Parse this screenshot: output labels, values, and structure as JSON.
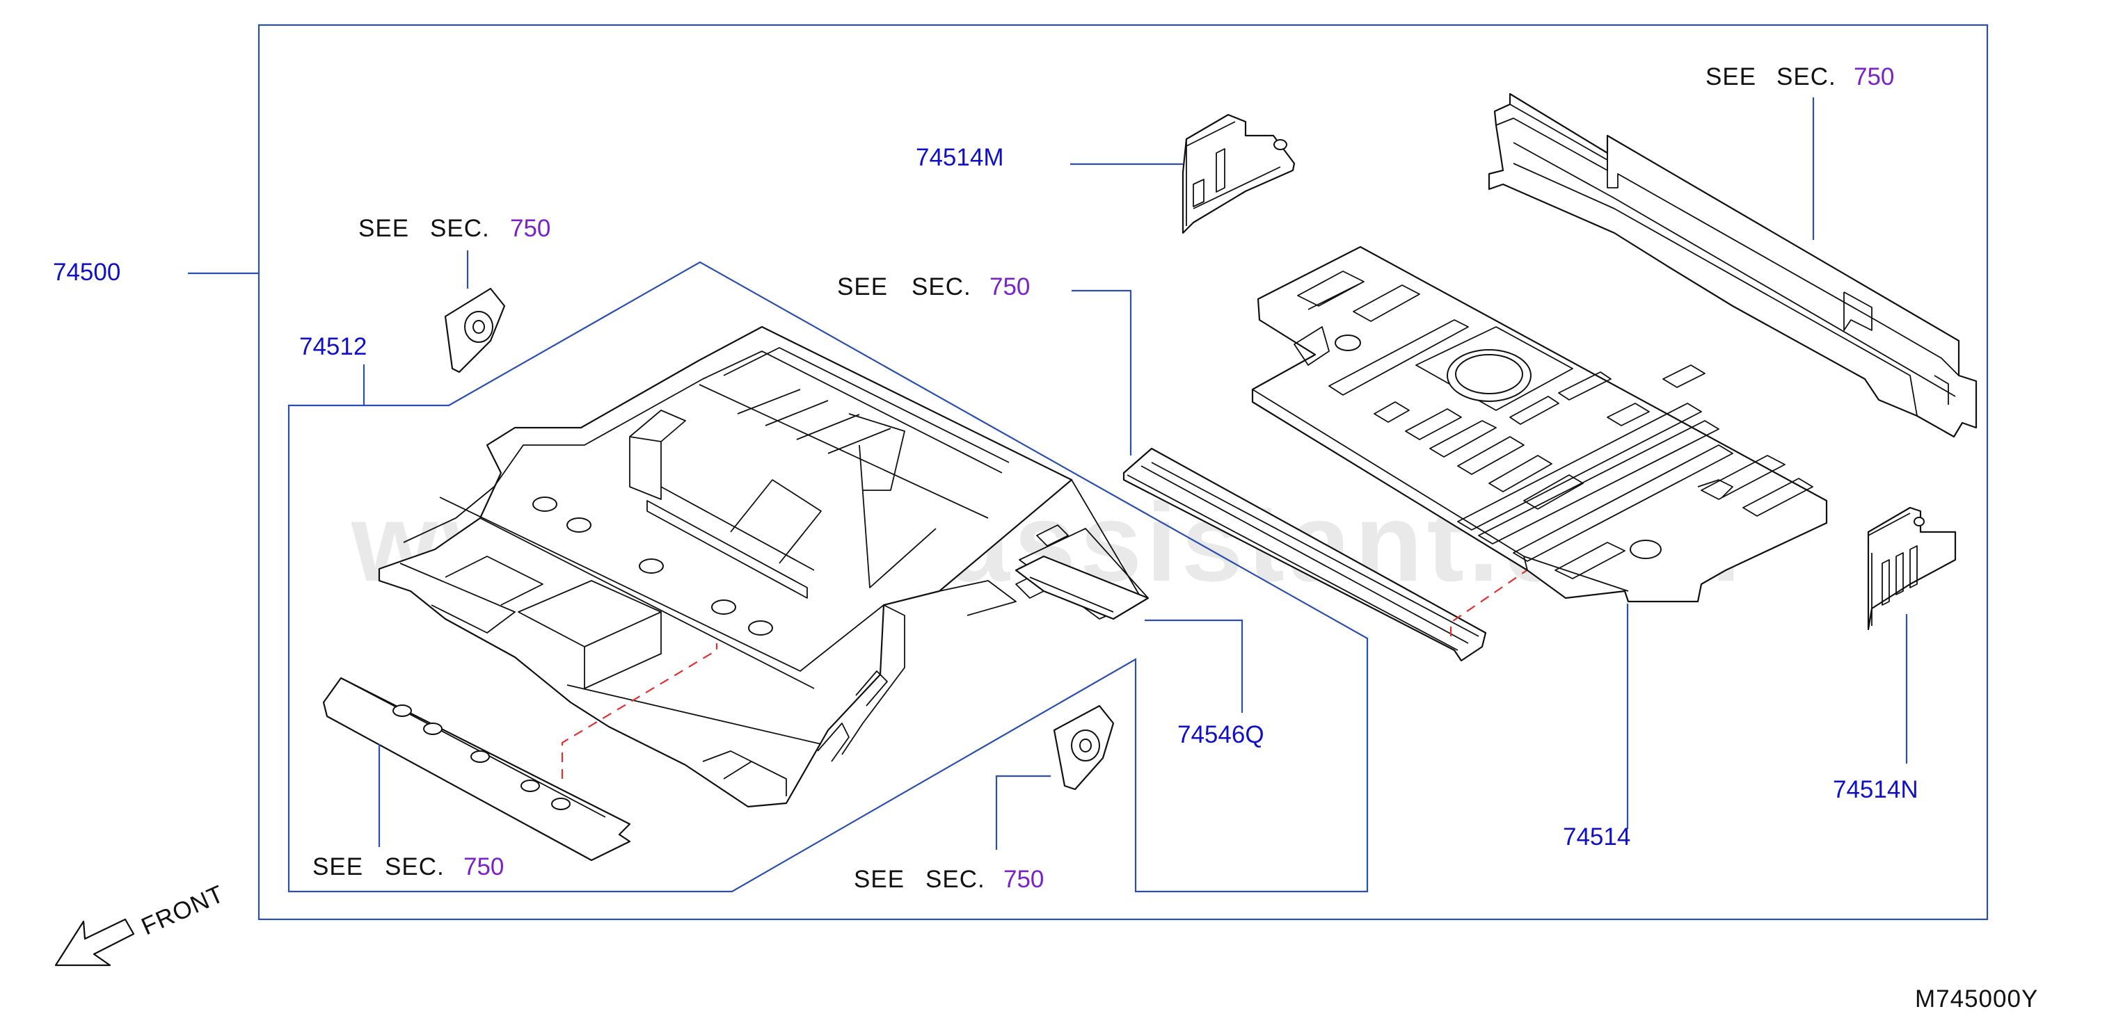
{
  "labels": {
    "p74500": "74500",
    "p74512": "74512",
    "p74514M": "74514M",
    "p74546Q": "74546Q",
    "p74514": "74514",
    "p74514N": "74514N"
  },
  "see_refs": [
    {
      "see": "SEE",
      "sec": "SEC.",
      "num": "750"
    },
    {
      "see": "SEE",
      "sec": "SEC.",
      "num": "750"
    },
    {
      "see": "SEE",
      "sec": "SEC.",
      "num": "750"
    },
    {
      "see": "SEE",
      "sec": "SEC.",
      "num": "750"
    },
    {
      "see": "SEE",
      "sec": "SEC.",
      "num": "750"
    }
  ],
  "front": "FRONT",
  "diagram_code": "M745000Y",
  "watermark": "www.partsassistant.com",
  "colors": {
    "part_number": "#1010c8",
    "section_number": "#7a22c8",
    "leader": "#2b4fb0",
    "hidden_line": "#e23030"
  }
}
